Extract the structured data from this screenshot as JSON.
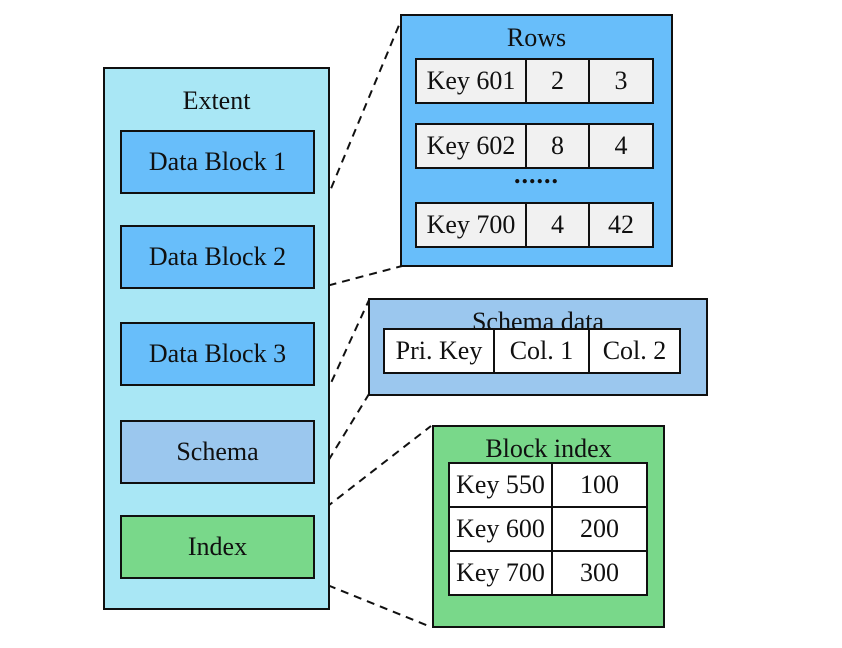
{
  "extent": {
    "title": "Extent",
    "blocks": [
      "Data Block 1",
      "Data Block 2",
      "Data Block 3",
      "Schema",
      "Index"
    ]
  },
  "rows_panel": {
    "title": "Rows",
    "row1": [
      "Key 601",
      "2",
      "3"
    ],
    "row2": [
      "Key 602",
      "8",
      "4"
    ],
    "ellipsis": "......",
    "row3": [
      "Key 700",
      "4",
      "42"
    ]
  },
  "schema_panel": {
    "title": "Schema data",
    "cells": [
      "Pri. Key",
      "Col. 1",
      "Col. 2"
    ]
  },
  "index_panel": {
    "title": "Block index",
    "rows": [
      [
        "Key 550",
        "100"
      ],
      [
        "Key 600",
        "200"
      ],
      [
        "Key 700",
        "300"
      ]
    ]
  },
  "connections": [
    {
      "from": "Data Block 2",
      "to": "Rows"
    },
    {
      "from": "Schema",
      "to": "Schema data"
    },
    {
      "from": "Index",
      "to": "Block index"
    }
  ],
  "colors": {
    "extent_bg": "#a9e7f5",
    "data_block_bg": "#68befa",
    "schema_bg": "#9bc7ee",
    "index_bg": "#79d88a",
    "rows_cell_bg": "#f1f1f1",
    "table_cell_bg": "#ffffff",
    "border": "#101010"
  }
}
